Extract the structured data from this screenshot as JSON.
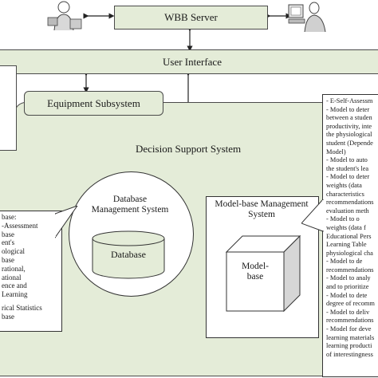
{
  "top": {
    "server_label": "WBB Server"
  },
  "ui": {
    "interface_label": "User Interface"
  },
  "equipment": {
    "label": "Equipment Subsystem"
  },
  "dss": {
    "title": "Decision Support System"
  },
  "dbms": {
    "title_line1": "Database",
    "title_line2": "Management System",
    "database_label": "Database"
  },
  "mbms": {
    "title_line1": "Model-base Management",
    "title_line2": "System",
    "modelbase_line1": "Model-",
    "modelbase_line2": "base"
  },
  "left_note": {
    "lines": [
      "base:",
      "-Assessment",
      "base",
      "ent's",
      "ological",
      "base",
      "rational,",
      "ational",
      "ence and",
      "Learning",
      "",
      "rical Statistics",
      "base"
    ]
  },
  "right_note": {
    "lines": [
      "- E-Self-Assessm",
      "- Model to deter",
      "between a studen",
      "productivity, inte",
      "the physiological",
      "student (Depende",
      "Model)",
      "- Model to auto",
      "the student's lea",
      "- Model to deter",
      "weights (data",
      "characteristics",
      "recommendations",
      "evaluation meth",
      "- Model to o",
      "weights (data f",
      "Educational Pers",
      "Learning Table",
      "physiological cha",
      "- Model to de",
      "recommendations",
      "- Model to analy",
      "and to prioritize",
      "- Model to dete",
      "degree of recomm",
      "- Model to deliv",
      "recommendations",
      "- Model for deve",
      "learning materials",
      "learning producti",
      "of interestingness"
    ]
  }
}
